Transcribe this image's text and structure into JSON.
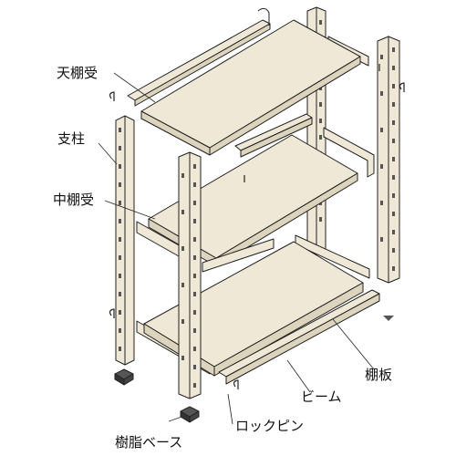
{
  "labels": {
    "top_support": "天棚受",
    "post": "支柱",
    "middle_support": "中棚受",
    "beam": "ビーム",
    "shelf_board": "棚板",
    "lock_pin": "ロックピン",
    "resin_base": "樹脂ベース"
  },
  "colors": {
    "part_fill": "#efe8d6",
    "part_shade": "#ddd4bd",
    "outline": "#222222",
    "leader": "#333333",
    "resin_base": "#333333"
  }
}
